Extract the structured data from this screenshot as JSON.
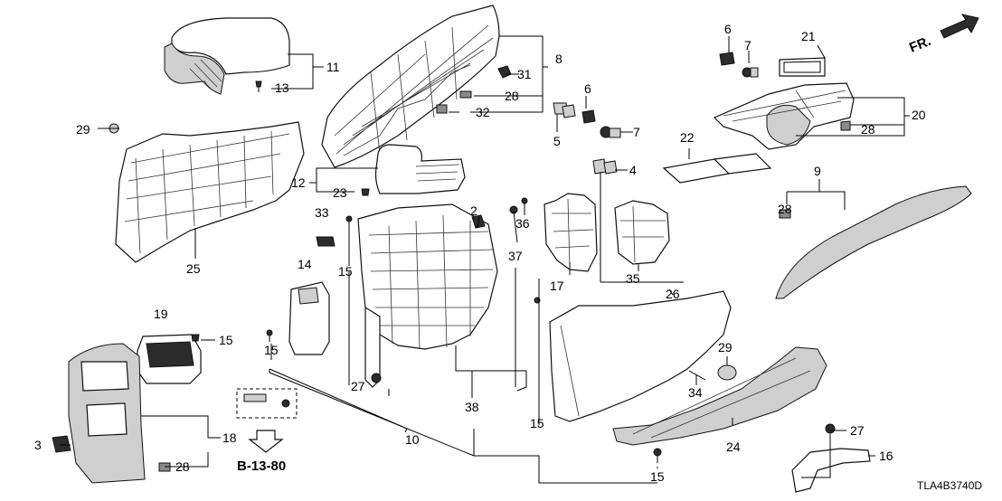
{
  "diagram": {
    "drawing_code": "TLA4B3740D",
    "direction_label": "FR.",
    "reference_label": "B-13-80",
    "callouts": {
      "c1": "2",
      "c2": "3",
      "c3": "4",
      "c4": "5",
      "c5": "6",
      "c6": "6",
      "c7": "7",
      "c8": "7",
      "c9": "8",
      "c10": "9",
      "c11": "10",
      "c12": "11",
      "c13": "12",
      "c14": "13",
      "c15": "14",
      "c16": "15",
      "c17": "15",
      "c18": "15",
      "c19": "15",
      "c20": "15",
      "c21": "16",
      "c22": "17",
      "c23": "18",
      "c24": "19",
      "c25": "20",
      "c26": "21",
      "c27": "22",
      "c28": "23",
      "c29": "24",
      "c30": "25",
      "c31": "26",
      "c32": "27",
      "c33": "27",
      "c34": "28",
      "c35": "28",
      "c36": "28",
      "c37": "28",
      "c38": "29",
      "c39": "29",
      "c40": "31",
      "c41": "32",
      "c42": "33",
      "c43": "34",
      "c44": "35",
      "c45": "36",
      "c46": "37",
      "c47": "38",
      "c48": "15"
    }
  }
}
